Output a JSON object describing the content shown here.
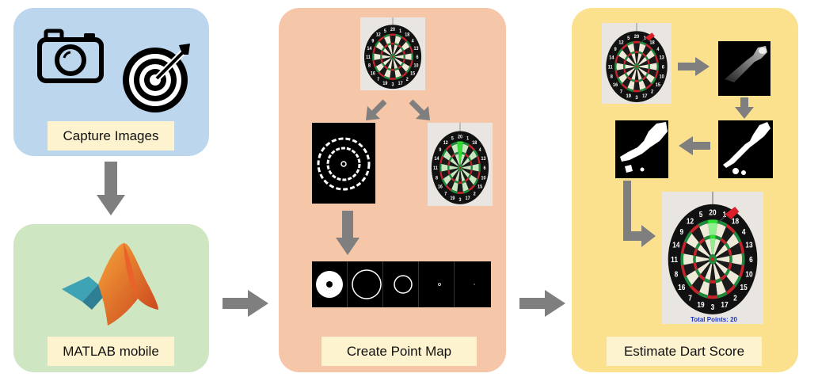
{
  "stages": {
    "capture": {
      "label": "Capture Images",
      "color": "#bcd6ee"
    },
    "matlab": {
      "label": "MATLAB mobile",
      "color": "#cfe6c3"
    },
    "pointmap": {
      "label": "Create Point Map",
      "color": "#f6c6a8"
    },
    "score": {
      "label": "Estimate Dart Score",
      "color": "#fbe08e"
    }
  },
  "dartboard": {
    "numbers": [
      "20",
      "1",
      "18",
      "4",
      "13",
      "6",
      "10",
      "15",
      "2",
      "17",
      "3",
      "19",
      "7",
      "16",
      "8",
      "11",
      "14",
      "9",
      "12",
      "5"
    ]
  },
  "result": {
    "total_points": "Total Points: 20"
  },
  "colors": {
    "arrow": "#7f7f7f",
    "label_bg": "#fdf3cf",
    "board_red": "#c8232c",
    "board_green": "#1e8a3c",
    "highlight": "#33dd33"
  }
}
